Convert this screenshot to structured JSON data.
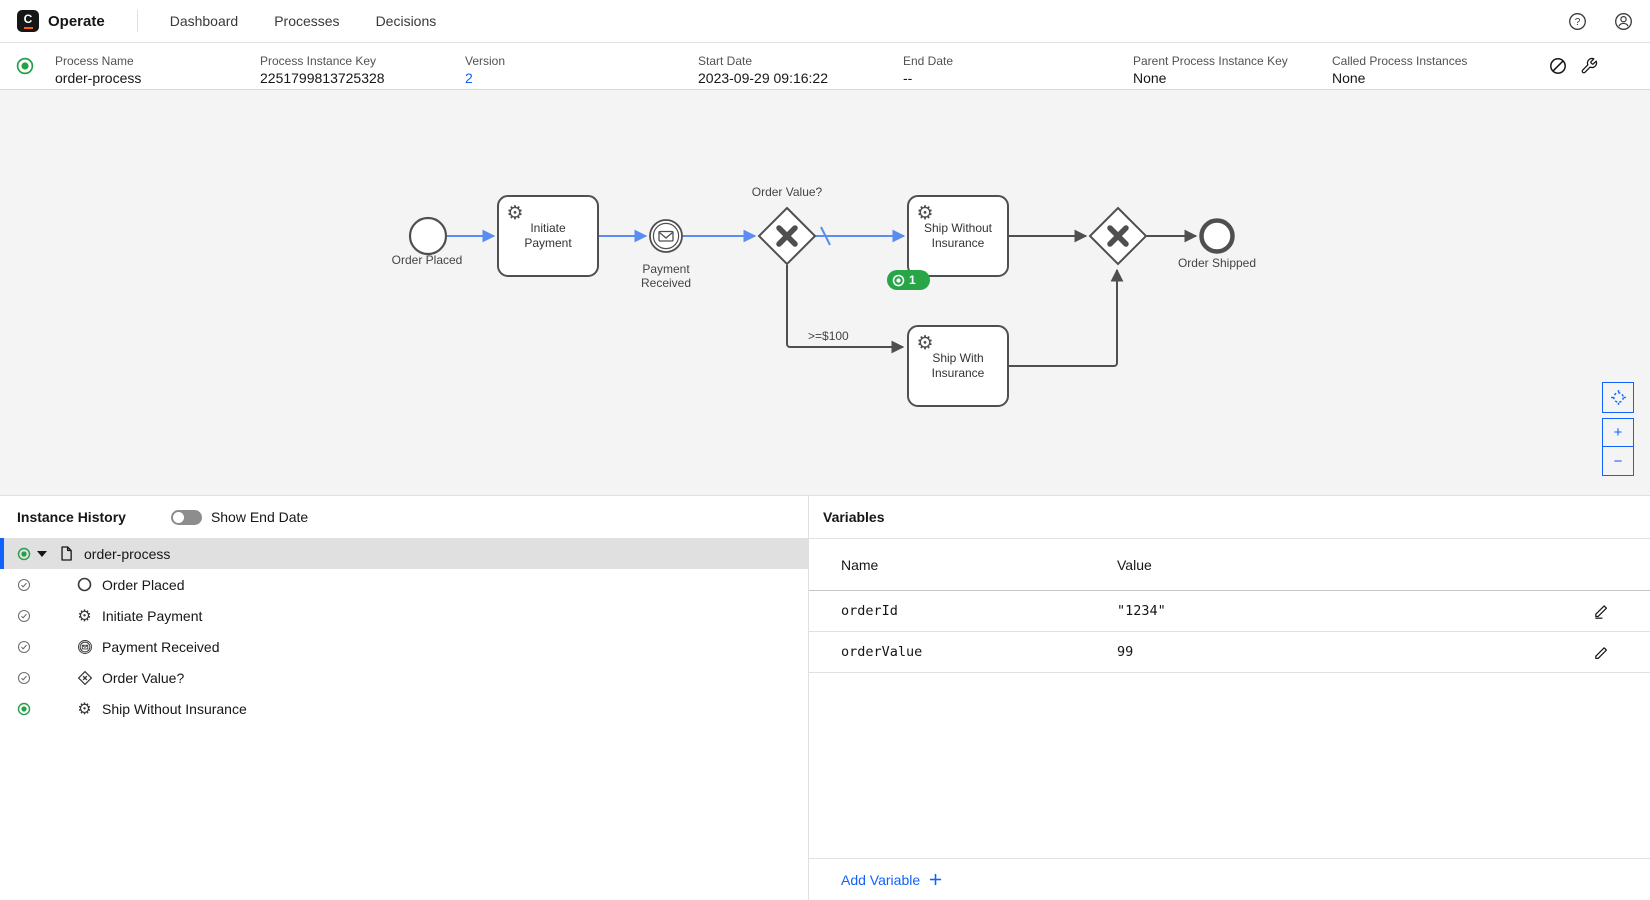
{
  "navbar": {
    "logo_letter": "C",
    "brand": "Operate",
    "items": [
      {
        "label": "Dashboard"
      },
      {
        "label": "Processes"
      },
      {
        "label": "Decisions"
      }
    ]
  },
  "instance_header": {
    "fields": [
      {
        "label": "Process Name",
        "value": "order-process"
      },
      {
        "label": "Process Instance Key",
        "value": "2251799813725328"
      },
      {
        "label": "Version",
        "value": "2"
      },
      {
        "label": "Start Date",
        "value": "2023-09-29 09:16:22"
      },
      {
        "label": "End Date",
        "value": "--"
      },
      {
        "label": "Parent Process Instance Key",
        "value": "None"
      },
      {
        "label": "Called Process Instances",
        "value": "None"
      }
    ]
  },
  "diagram": {
    "labels": {
      "start": "Order Placed",
      "task_initiate_line1": "Initiate",
      "task_initiate_line2": "Payment",
      "event_payment_line1": "Payment",
      "event_payment_line2": "Received",
      "gateway_split": "Order Value?",
      "task_ship_without_line1": "Ship Without",
      "task_ship_without_line2": "Insurance",
      "task_ship_with_line1": "Ship With",
      "task_ship_with_line2": "Insurance",
      "end": "Order Shipped",
      "flow_condition": ">=$100"
    },
    "badge_count": "1",
    "zoom_in_label": "+",
    "zoom_out_label": "−"
  },
  "history": {
    "title": "Instance History",
    "toggle_label": "Show End Date",
    "rows": [
      {
        "label": "order-process",
        "state": "active",
        "icon": "process"
      },
      {
        "label": "Order Placed",
        "state": "completed",
        "icon": "start-event"
      },
      {
        "label": "Initiate Payment",
        "state": "completed",
        "icon": "service-task"
      },
      {
        "label": "Payment Received",
        "state": "completed",
        "icon": "message-event"
      },
      {
        "label": "Order Value?",
        "state": "completed",
        "icon": "gateway"
      },
      {
        "label": "Ship Without Insurance",
        "state": "active",
        "icon": "service-task"
      }
    ]
  },
  "variables": {
    "title": "Variables",
    "columns": {
      "name": "Name",
      "value": "Value"
    },
    "rows": [
      {
        "name": "orderId",
        "value": "\"1234\""
      },
      {
        "name": "orderValue",
        "value": "99"
      }
    ],
    "add_label": "Add Variable"
  },
  "icons": {
    "service_task_glyph": "⚙"
  },
  "colors": {
    "accent": "#0f62fe",
    "active_green": "#24a148",
    "badge_green": "#28a546",
    "flow_blue": "#5a8df0",
    "shape_stroke": "#4f4f4f"
  }
}
